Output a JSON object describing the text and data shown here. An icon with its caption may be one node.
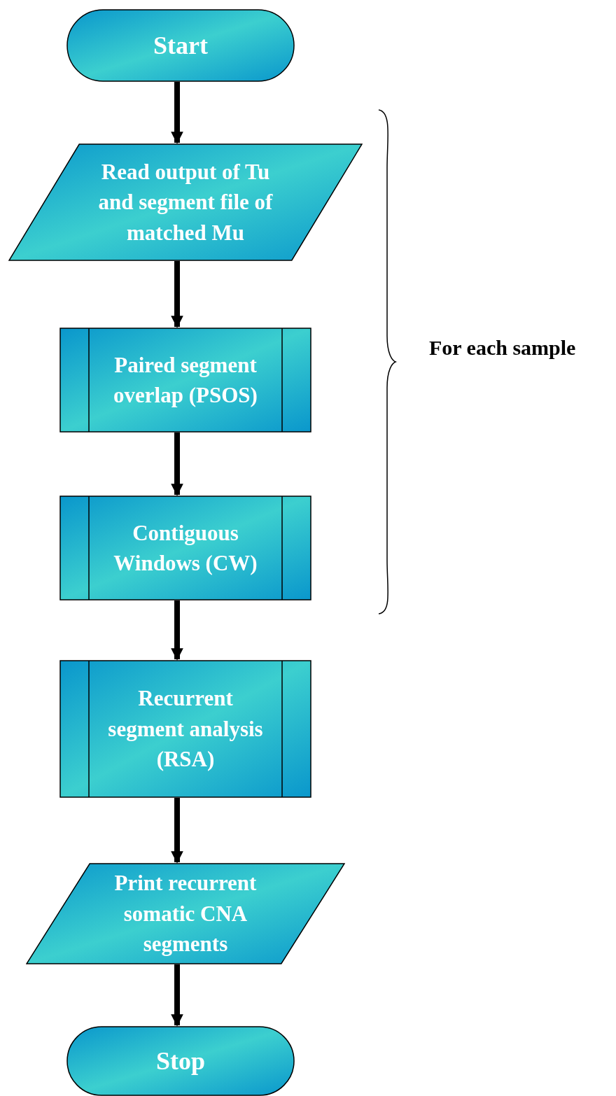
{
  "diagram": {
    "nodes": [
      {
        "text": [
          "Start"
        ]
      },
      {
        "text": [
          "Read output of Tu and segment file of matched Mu"
        ]
      },
      {
        "text": [
          "Paired segment overlap (PSOS)"
        ]
      },
      {
        "text": [
          "Contiguous Windows (CW)"
        ]
      },
      {
        "text": [
          "Recurrent segment analysis (RSA)"
        ]
      },
      {
        "text": [
          "Print recurrent somatic CNA segments"
        ]
      },
      {
        "text": [
          "Stop"
        ]
      }
    ],
    "edges": [
      {
        "from": 0,
        "to": 1,
        "arrow": "to"
      },
      {
        "from": 1,
        "to": 2,
        "arrow": "to"
      },
      {
        "from": 2,
        "to": 3,
        "arrow": "to"
      },
      {
        "from": 3,
        "to": 4,
        "arrow": "to"
      },
      {
        "from": 4,
        "to": 5,
        "arrow": "to"
      },
      {
        "from": 5,
        "to": 6,
        "arrow": "to"
      }
    ],
    "labels": [
      "For each sample"
    ]
  }
}
